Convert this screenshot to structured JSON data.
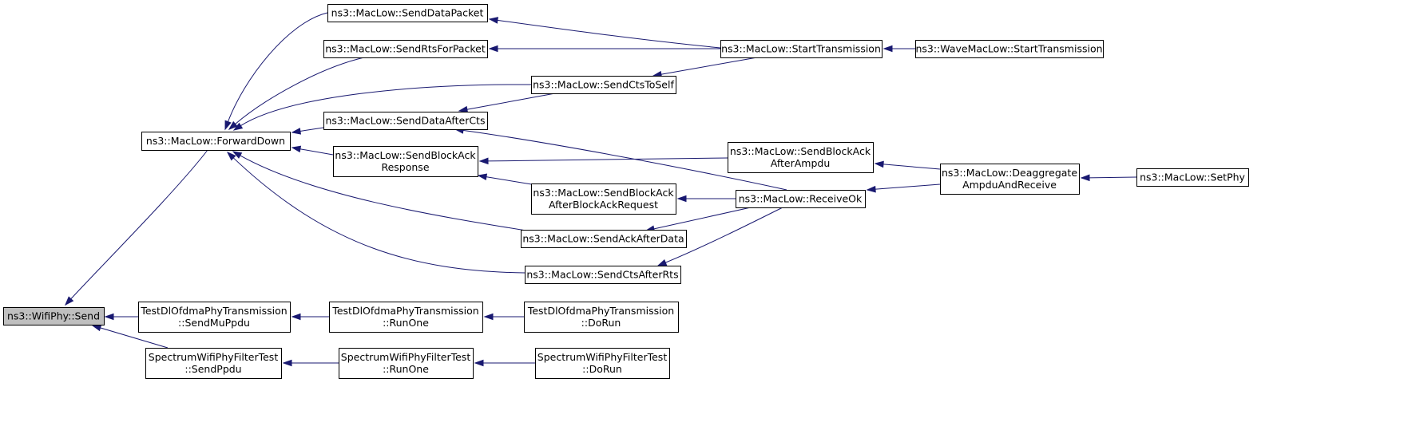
{
  "diagram": {
    "nodes": [
      {
        "id": "wifiphy_send",
        "lines": [
          "ns3::WifiPhy::Send"
        ],
        "root": true
      },
      {
        "id": "forward_down",
        "lines": [
          "ns3::MacLow::ForwardDown"
        ]
      },
      {
        "id": "send_data_packet",
        "lines": [
          "ns3::MacLow::SendDataPacket"
        ]
      },
      {
        "id": "send_rts_for_packet",
        "lines": [
          "ns3::MacLow::SendRtsForPacket"
        ]
      },
      {
        "id": "send_data_after_cts",
        "lines": [
          "ns3::MacLow::SendDataAfterCts"
        ]
      },
      {
        "id": "send_block_ack_response",
        "lines": [
          "ns3::MacLow::SendBlockAck",
          "Response"
        ]
      },
      {
        "id": "send_cts_to_self",
        "lines": [
          "ns3::MacLow::SendCtsToSelf"
        ]
      },
      {
        "id": "send_block_ack_after_bar",
        "lines": [
          "ns3::MacLow::SendBlockAck",
          "AfterBlockAckRequest"
        ]
      },
      {
        "id": "send_ack_after_data",
        "lines": [
          "ns3::MacLow::SendAckAfterData"
        ]
      },
      {
        "id": "send_cts_after_rts",
        "lines": [
          "ns3::MacLow::SendCtsAfterRts"
        ]
      },
      {
        "id": "start_transmission",
        "lines": [
          "ns3::MacLow::StartTransmission"
        ]
      },
      {
        "id": "wave_start_transmission",
        "lines": [
          "ns3::WaveMacLow::StartTransmission"
        ]
      },
      {
        "id": "send_block_ack_after_ampdu",
        "lines": [
          "ns3::MacLow::SendBlockAck",
          "AfterAmpdu"
        ]
      },
      {
        "id": "receive_ok",
        "lines": [
          "ns3::MacLow::ReceiveOk"
        ]
      },
      {
        "id": "deaggregate",
        "lines": [
          "ns3::MacLow::Deaggregate",
          "AmpduAndReceive"
        ]
      },
      {
        "id": "set_phy",
        "lines": [
          "ns3::MacLow::SetPhy"
        ]
      },
      {
        "id": "dl_send_mu_ppdu",
        "lines": [
          "TestDlOfdmaPhyTransmission",
          "::SendMuPpdu"
        ]
      },
      {
        "id": "dl_run_one",
        "lines": [
          "TestDlOfdmaPhyTransmission",
          "::RunOne"
        ]
      },
      {
        "id": "dl_do_run",
        "lines": [
          "TestDlOfdmaPhyTransmission",
          "::DoRun"
        ]
      },
      {
        "id": "sf_send_ppdu",
        "lines": [
          "SpectrumWifiPhyFilterTest",
          "::SendPpdu"
        ]
      },
      {
        "id": "sf_run_one",
        "lines": [
          "SpectrumWifiPhyFilterTest",
          "::RunOne"
        ]
      },
      {
        "id": "sf_do_run",
        "lines": [
          "SpectrumWifiPhyFilterTest",
          "::DoRun"
        ]
      }
    ],
    "edges": [
      {
        "from": "forward_down",
        "to": "wifiphy_send"
      },
      {
        "from": "dl_send_mu_ppdu",
        "to": "wifiphy_send"
      },
      {
        "from": "sf_send_ppdu",
        "to": "wifiphy_send"
      },
      {
        "from": "send_data_packet",
        "to": "forward_down"
      },
      {
        "from": "send_rts_for_packet",
        "to": "forward_down"
      },
      {
        "from": "send_cts_to_self",
        "to": "forward_down"
      },
      {
        "from": "send_data_after_cts",
        "to": "forward_down"
      },
      {
        "from": "send_block_ack_response",
        "to": "forward_down"
      },
      {
        "from": "send_ack_after_data",
        "to": "forward_down"
      },
      {
        "from": "send_cts_after_rts",
        "to": "forward_down"
      },
      {
        "from": "start_transmission",
        "to": "send_data_packet"
      },
      {
        "from": "start_transmission",
        "to": "send_rts_for_packet"
      },
      {
        "from": "start_transmission",
        "to": "send_cts_to_self"
      },
      {
        "from": "wave_start_transmission",
        "to": "start_transmission"
      },
      {
        "from": "send_cts_to_self",
        "to": "send_data_after_cts"
      },
      {
        "from": "receive_ok",
        "to": "send_data_after_cts"
      },
      {
        "from": "send_block_ack_after_ampdu",
        "to": "send_block_ack_response"
      },
      {
        "from": "send_block_ack_after_bar",
        "to": "send_block_ack_response"
      },
      {
        "from": "receive_ok",
        "to": "send_block_ack_after_bar"
      },
      {
        "from": "receive_ok",
        "to": "send_ack_after_data"
      },
      {
        "from": "receive_ok",
        "to": "send_cts_after_rts"
      },
      {
        "from": "deaggregate",
        "to": "send_block_ack_after_ampdu"
      },
      {
        "from": "deaggregate",
        "to": "receive_ok"
      },
      {
        "from": "set_phy",
        "to": "deaggregate"
      },
      {
        "from": "dl_run_one",
        "to": "dl_send_mu_ppdu"
      },
      {
        "from": "dl_do_run",
        "to": "dl_run_one"
      },
      {
        "from": "sf_run_one",
        "to": "sf_send_ppdu"
      },
      {
        "from": "sf_do_run",
        "to": "sf_run_one"
      }
    ],
    "colors": {
      "edge": "#191970",
      "root_fill": "#bfbfbf",
      "node_fill": "#ffffff",
      "node_stroke": "#000000"
    }
  }
}
